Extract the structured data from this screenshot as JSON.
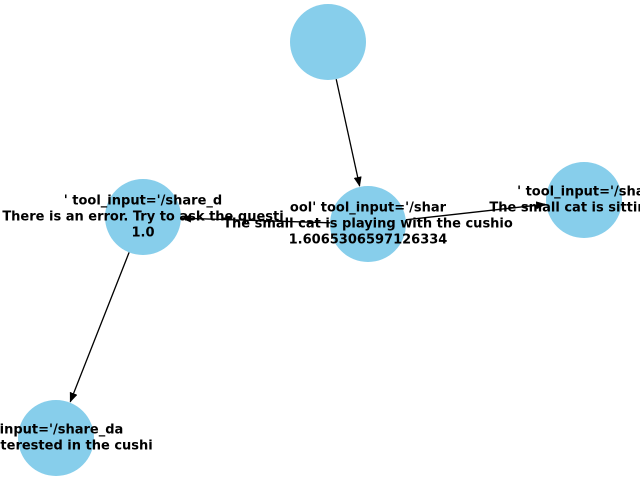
{
  "colors": {
    "node_fill": "#87CEEB",
    "edge": "#000000",
    "label": "#000000",
    "background": "#ffffff"
  },
  "nodes": [
    {
      "id": "top",
      "label_lines": []
    },
    {
      "id": "left",
      "label_lines": [
        "' tool_input='/share_d",
        "There is an error. Try to ask the questi",
        "1.0"
      ]
    },
    {
      "id": "center",
      "label_lines": [
        "ool' tool_input='/shar",
        "The small cat is playing with the cushio",
        "1.6065306597126334"
      ]
    },
    {
      "id": "right",
      "label_lines": [
        "' tool_input='/shar",
        "The small cat is sitting on"
      ]
    },
    {
      "id": "bottom",
      "label_lines": [
        "l_input='/share_da",
        "t is interested in the cushi"
      ]
    }
  ],
  "edges": [
    {
      "from": "top",
      "to": "center"
    },
    {
      "from": "center",
      "to": "left"
    },
    {
      "from": "center",
      "to": "right"
    },
    {
      "from": "left",
      "to": "bottom"
    }
  ]
}
